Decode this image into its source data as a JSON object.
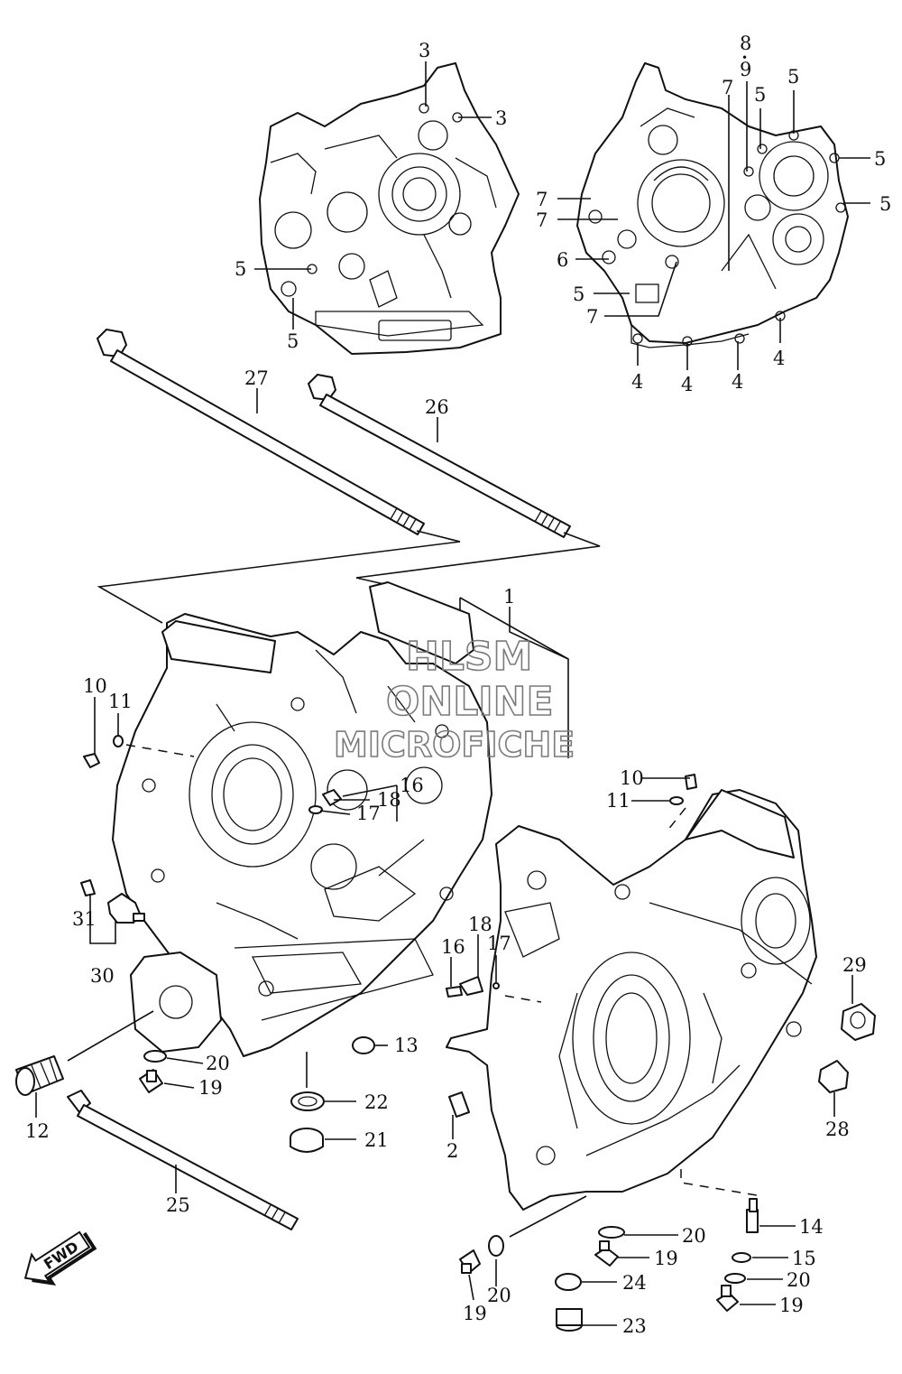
{
  "diagram": {
    "callouts": {
      "c3a": "3",
      "c3b": "3",
      "c5a": "5",
      "c5b": "5",
      "c8": "8",
      "cdot": "•",
      "c9": "9",
      "c7t": "7",
      "c5t1": "5",
      "c5t2": "5",
      "c5r1": "5",
      "c5r2": "5",
      "c7a": "7",
      "c7b": "7",
      "c6": "6",
      "c5m": "5",
      "c7c": "7",
      "c4a": "4",
      "c4b": "4",
      "c4c": "4",
      "c4d": "4",
      "c27": "27",
      "c26": "26",
      "c1": "1",
      "c10a": "10",
      "c11a": "11",
      "c16a": "16",
      "c18a": "18",
      "c17a": "17",
      "c10b": "10",
      "c11b": "11",
      "c31": "31",
      "c30": "30",
      "c13": "13",
      "c20a": "20",
      "c19a": "19",
      "c12": "12",
      "c22": "22",
      "c21": "21",
      "c25": "25",
      "c18b": "18",
      "c16b": "16",
      "c17b": "17",
      "c2": "2",
      "c29": "29",
      "c28": "28",
      "c20b": "20",
      "c19b": "19",
      "c20c": "20",
      "c19c": "19",
      "c24": "24",
      "c23": "23",
      "c14": "14",
      "c15": "15",
      "c20d": "20",
      "c19d": "19"
    },
    "fwd_label": "FWD",
    "watermark": {
      "line1": "HLSM",
      "line2": "ONLINE",
      "line3": "MICROFICHE"
    }
  }
}
